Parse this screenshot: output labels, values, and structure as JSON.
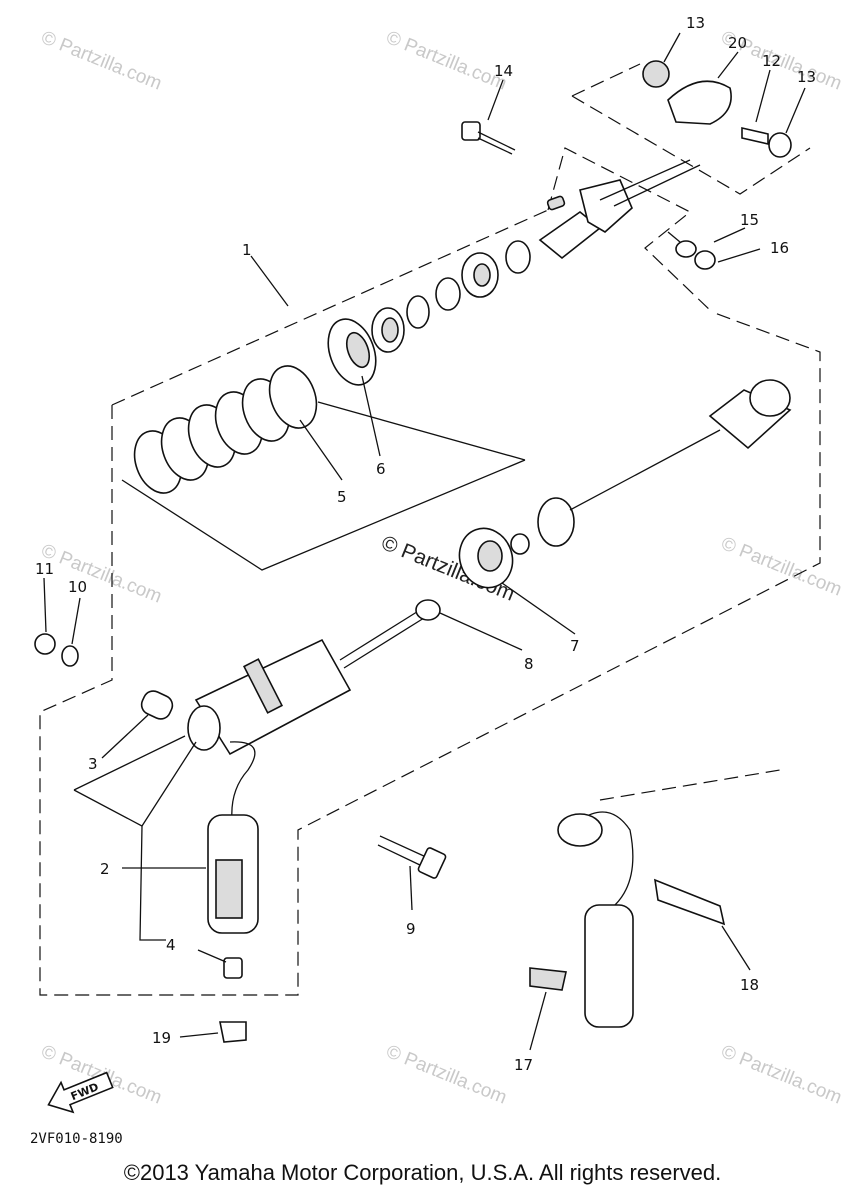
{
  "diagram": {
    "callouts": [
      "1",
      "2",
      "3",
      "4",
      "5",
      "6",
      "7",
      "8",
      "9",
      "10",
      "11",
      "12",
      "13",
      "13",
      "14",
      "15",
      "16",
      "17",
      "18",
      "19",
      "20"
    ],
    "fwd_label": "FWD",
    "drawing_code": "2VF010-8190",
    "watermark": "© Partzilla.com",
    "watermark_center": "© Partzilla.com"
  },
  "footer": {
    "copyright": "©2013 Yamaha Motor Corporation, U.S.A. All rights reserved."
  }
}
